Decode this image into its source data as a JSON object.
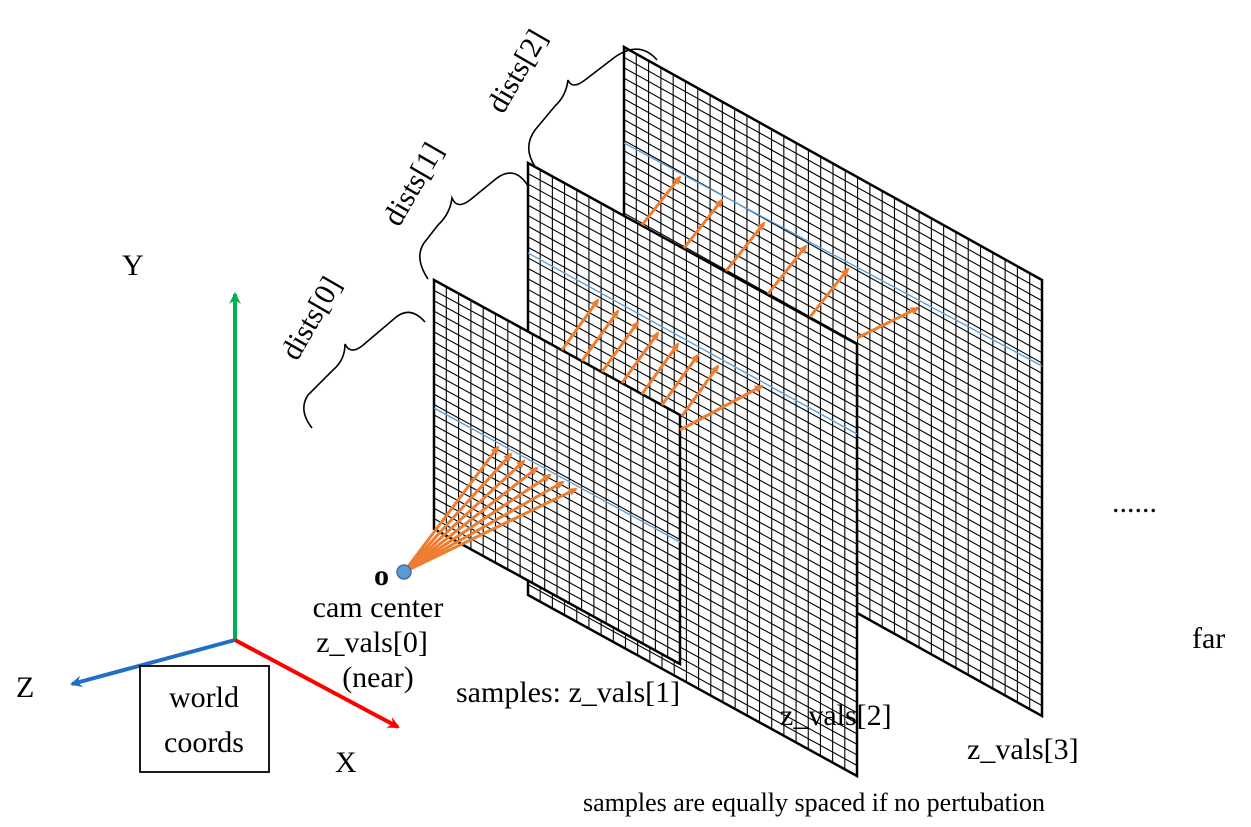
{
  "axes": {
    "y_label": "Y",
    "z_label": "Z",
    "x_label": "X",
    "y_color": "#00B050",
    "z_color": "#1F6FC5",
    "x_color": "#FF0000",
    "world_box_line1": "world",
    "world_box_line2": "coords"
  },
  "camera": {
    "origin_label": "o",
    "center_label": "cam center",
    "z_label": "z_vals[0]",
    "near_label": "(near)",
    "dot_color": "#5B9BD5"
  },
  "planes": {
    "sample1_label": "samples: z_vals[1]",
    "sample2_label": "z_vals[2]",
    "sample3_label": "z_vals[3]"
  },
  "dists": {
    "d0": "dists[0]",
    "d1": "dists[1]",
    "d2": "dists[2]"
  },
  "far_label": "far",
  "ellipsis": "......",
  "footer": "samples are equally spaced if no pertubation",
  "ray_color": "#ED7D31",
  "row_line_color": "#5B9BD5"
}
